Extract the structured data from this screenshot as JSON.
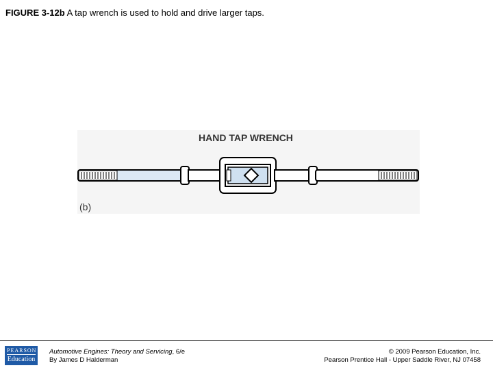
{
  "header": {
    "figure_label": "FIGURE 3-12b",
    "caption": " A tap wrench is used to hold and drive larger taps."
  },
  "figure": {
    "title": "HAND TAP WRENCH",
    "sub_label": "(b)"
  },
  "footer": {
    "logo_line1": "PEARSON",
    "logo_line2": "Education",
    "book_title": "Automotive Engines: Theory and Servicing",
    "edition": ", 6/e",
    "author": "By James D Halderman",
    "copyright": "© 2009 Pearson Education, Inc.",
    "publisher": "Pearson Prentice Hall - Upper Saddle River, NJ 07458"
  },
  "colors": {
    "brand": "#1f5aa6",
    "handle_fill": "#dce9f5"
  }
}
